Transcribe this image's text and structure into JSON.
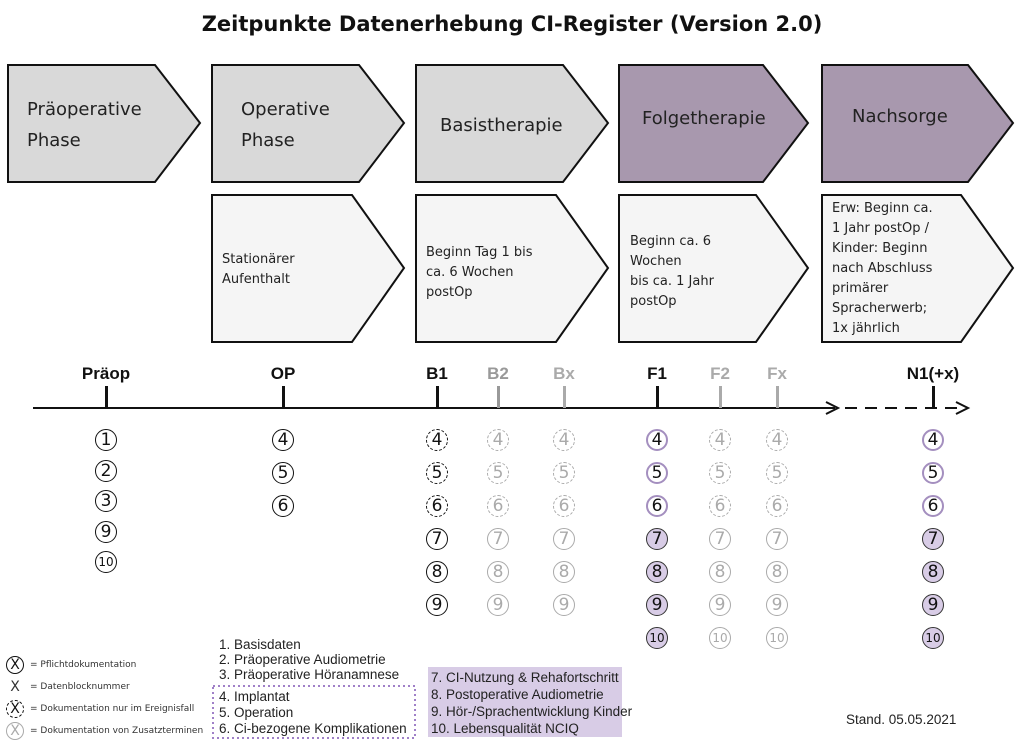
{
  "title": "Zeitpunkte Datenerhebung CI-Register (Version 2.0)",
  "colors": {
    "phase_gray": "#d9d9d9",
    "phase_purple": "#a898ae",
    "fill_purple": "#d8cce6",
    "key_purple_bg": "#d8cce6"
  },
  "phases": [
    {
      "line1": "Präoperative",
      "line2": "Phase"
    },
    {
      "line1": "Operative",
      "line2": "Phase"
    },
    {
      "line1": "Basistherapie"
    },
    {
      "line1": "Folgetherapie"
    },
    {
      "line1": "Nachsorge"
    }
  ],
  "details": [
    [
      "Stationärer",
      "Aufenthalt"
    ],
    [
      "Beginn Tag 1 bis",
      "ca. 6 Wochen",
      "postOp"
    ],
    [
      "Beginn ca. 6",
      "Wochen",
      "bis ca. 1 Jahr",
      "postOp"
    ],
    [
      "Erw: Beginn ca.",
      "1 Jahr postOp /",
      "Kinder: Beginn",
      "nach Abschluss",
      "primärer",
      "Spracherwerb;",
      "1x jährlich"
    ]
  ],
  "timepoints": [
    {
      "label": "Präop",
      "color": "#111",
      "items": [
        [
          "1",
          "solid"
        ],
        [
          "2",
          "solid"
        ],
        [
          "3",
          "solid"
        ],
        [
          "9",
          "solid"
        ],
        [
          "10",
          "solid"
        ]
      ]
    },
    {
      "label": "OP",
      "color": "#111",
      "items": [
        [
          "4",
          "solid"
        ],
        [
          "5",
          "solid"
        ],
        [
          "6",
          "solid"
        ]
      ]
    },
    {
      "label": "B1",
      "color": "#111",
      "items": [
        [
          "4",
          "dashed"
        ],
        [
          "5",
          "dashed"
        ],
        [
          "6",
          "dashed"
        ],
        [
          "7",
          "solid"
        ],
        [
          "8",
          "solid"
        ],
        [
          "9",
          "solid"
        ]
      ]
    },
    {
      "label": "B2",
      "color": "#999",
      "items": [
        [
          "4",
          "gdashed"
        ],
        [
          "5",
          "gdashed"
        ],
        [
          "6",
          "gdashed"
        ],
        [
          "7",
          "gray"
        ],
        [
          "8",
          "gray"
        ],
        [
          "9",
          "gray"
        ]
      ]
    },
    {
      "label": "Bx",
      "color": "#aaa",
      "items": [
        [
          "4",
          "gdashed"
        ],
        [
          "5",
          "gdashed"
        ],
        [
          "6",
          "gdashed"
        ],
        [
          "7",
          "gray"
        ],
        [
          "8",
          "gray"
        ],
        [
          "9",
          "gray"
        ]
      ]
    },
    {
      "label": "F1",
      "color": "#111",
      "items": [
        [
          "4",
          "pdashed"
        ],
        [
          "5",
          "pdashed"
        ],
        [
          "6",
          "pdashed"
        ],
        [
          "7",
          "pfill"
        ],
        [
          "8",
          "pfill"
        ],
        [
          "9",
          "pfill"
        ],
        [
          "10",
          "pfill"
        ]
      ]
    },
    {
      "label": "F2",
      "color": "#aaa",
      "items": [
        [
          "4",
          "gdashed"
        ],
        [
          "5",
          "gdashed"
        ],
        [
          "6",
          "gdashed"
        ],
        [
          "7",
          "gray"
        ],
        [
          "8",
          "gray"
        ],
        [
          "9",
          "gray"
        ],
        [
          "10",
          "gray"
        ]
      ]
    },
    {
      "label": "Fx",
      "color": "#aaa",
      "items": [
        [
          "4",
          "gdashed"
        ],
        [
          "5",
          "gdashed"
        ],
        [
          "6",
          "gdashed"
        ],
        [
          "7",
          "gray"
        ],
        [
          "8",
          "gray"
        ],
        [
          "9",
          "gray"
        ],
        [
          "10",
          "gray"
        ]
      ]
    },
    {
      "label": "N1(+x)",
      "color": "#111",
      "items": [
        [
          "4",
          "pdashed"
        ],
        [
          "5",
          "pdashed"
        ],
        [
          "6",
          "pdashed"
        ],
        [
          "7",
          "pfill"
        ],
        [
          "8",
          "pfill"
        ],
        [
          "9",
          "pfill"
        ],
        [
          "10",
          "pfill"
        ]
      ]
    }
  ],
  "legend": [
    {
      "symbol": "X",
      "style": "solid",
      "text": "= Pflichtdokumentation"
    },
    {
      "symbol": "X",
      "style": "none",
      "text": "= Datenblocknummer"
    },
    {
      "symbol": "X",
      "style": "dashed",
      "text": "= Dokumentation nur im Ereignisfall"
    },
    {
      "symbol": "X",
      "style": "gray",
      "text": "= Dokumentation von Zusatzterminen"
    }
  ],
  "blocks_a": [
    "1. Basisdaten",
    "2. Präoperative Audiometrie",
    "3. Präoperative Höranamnese"
  ],
  "blocks_b": [
    "4. Implantat",
    "5. Operation",
    "6. Ci-bezogene Komplikationen"
  ],
  "blocks_c": [
    "7. CI-Nutzung & Rehafortschritt",
    "8. Postoperative Audiometrie",
    "9. Hör-/Sprachentwicklung Kinder",
    "10. Lebensqualität NCIQ"
  ],
  "stand": "Stand. 05.05.2021"
}
